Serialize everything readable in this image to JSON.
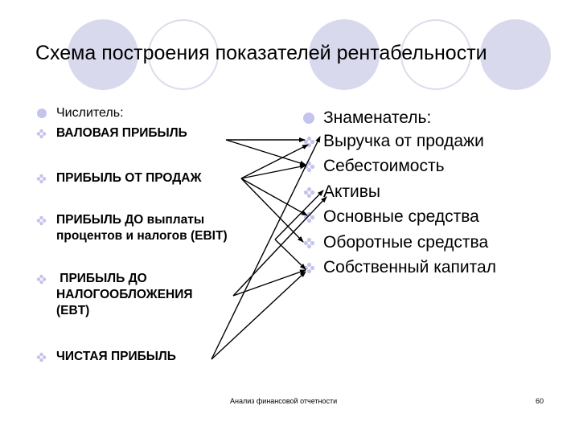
{
  "slide": {
    "title": "Схема построения показателей рентабельности",
    "footer": "Анализ финансовой отчетности",
    "page_number": "60"
  },
  "colors": {
    "circle_fill": "#d9d9ee",
    "circle_outline": "#dcdcec",
    "bullet": "#c4c4ec",
    "arrow": "#000000"
  },
  "numerator": {
    "header": "Числитель:",
    "items": [
      {
        "id": "gross",
        "lines": [
          "ВАЛОВАЯ ПРИБЫЛЬ"
        ]
      },
      {
        "id": "sales",
        "lines": [
          "ПРИБЫЛЬ ОТ ПРОДАЖ"
        ]
      },
      {
        "id": "ebit",
        "lines": [
          "ПРИБЫЛЬ ДО выплаты",
          "процентов и налогов (EBIT)"
        ]
      },
      {
        "id": "ebt",
        "lines": [
          " ПРИБЫЛЬ ДО",
          "НАЛОГООБЛОЖЕНИЯ",
          "(EBT)"
        ]
      },
      {
        "id": "net",
        "lines": [
          "ЧИСТАЯ ПРИБЫЛЬ"
        ]
      }
    ]
  },
  "denominator": {
    "header": "Знаменатель:",
    "items": [
      {
        "id": "revenue",
        "label": "Выручка от продажи"
      },
      {
        "id": "cost",
        "label": "Себестоимость"
      },
      {
        "id": "assets",
        "label": "Активы"
      },
      {
        "id": "fixed_assets",
        "label": "Основные средства"
      },
      {
        "id": "current_assets",
        "label": "Оборотные средства"
      },
      {
        "id": "equity",
        "label": "Собственный капитал"
      }
    ]
  },
  "connections": [
    {
      "from": "gross",
      "to": "revenue"
    },
    {
      "from": "gross",
      "to": "cost"
    },
    {
      "from": "sales",
      "to": "revenue"
    },
    {
      "from": "sales",
      "to": "cost"
    },
    {
      "from": "sales",
      "to": "fixed_assets"
    },
    {
      "from": "sales",
      "to": "current_assets"
    },
    {
      "from": "ebit",
      "to": "assets"
    },
    {
      "from": "ebit",
      "to": "equity"
    },
    {
      "from": "ebt",
      "to": "assets"
    },
    {
      "from": "ebt",
      "to": "equity"
    },
    {
      "from": "net",
      "to": "revenue"
    },
    {
      "from": "net",
      "to": "equity"
    }
  ]
}
